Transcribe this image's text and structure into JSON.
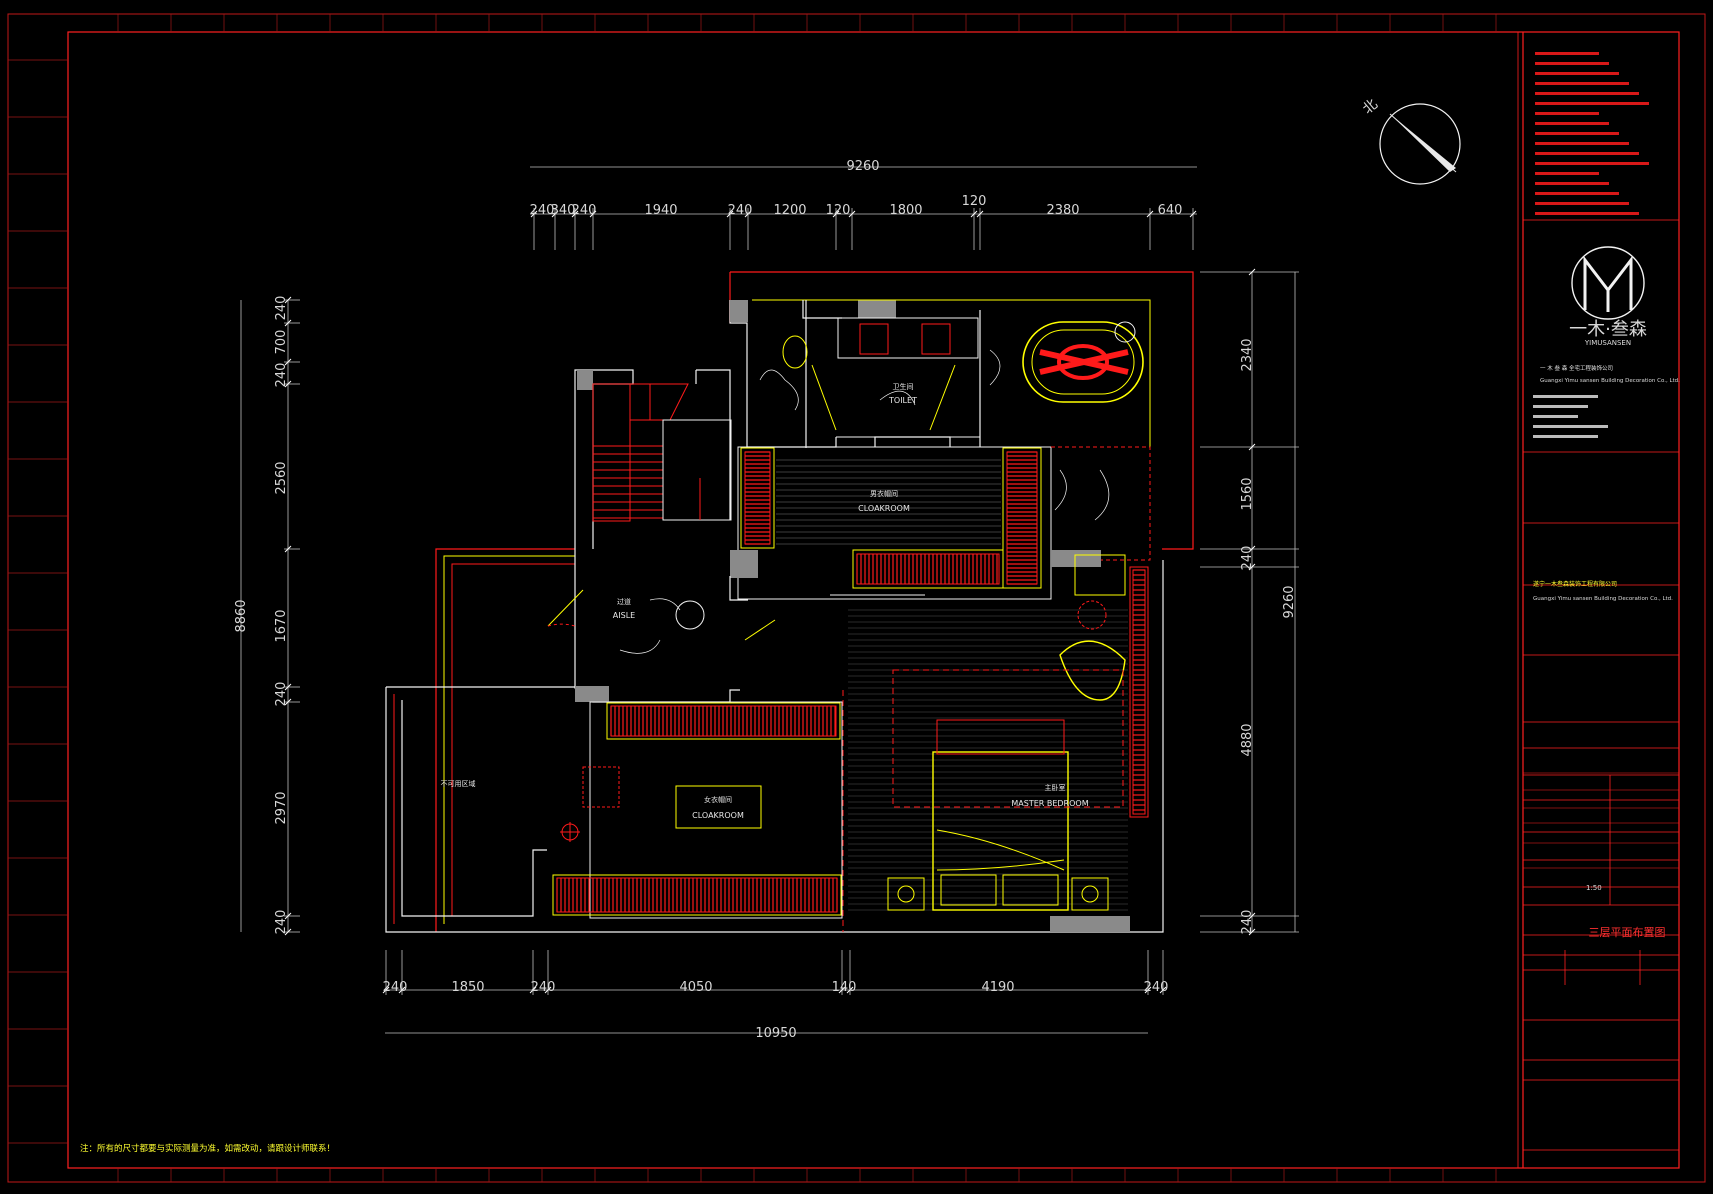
{
  "dims_top_total": "9260",
  "dims_top_parts": [
    "240",
    "340",
    "240",
    "1940",
    "240",
    "1200",
    "120",
    "1800",
    "120",
    "2380",
    "640"
  ],
  "dims_bottom_total": "10950",
  "dims_bottom_parts": [
    "240",
    "1850",
    "240",
    "4050",
    "140",
    "4190",
    "240"
  ],
  "dims_left_total": "8860",
  "dims_left_parts": [
    "240",
    "700",
    "240",
    "2560",
    "1670",
    "240",
    "2970",
    "240"
  ],
  "dims_right_total": "9260",
  "dims_right_parts": [
    "2340",
    "1560",
    "240",
    "4880",
    "240"
  ],
  "rooms": {
    "toilet_cn": "卫生间",
    "toilet_en": "TOILET",
    "cloak1_cn": "男衣帽间",
    "cloak1_en": "CLOAKROOM",
    "aisle_cn": "过道",
    "aisle_en": "AISLE",
    "cloak2_cn": "女衣帽间",
    "cloak2_en": "CLOAKROOM",
    "master_cn": "主卧室",
    "master_en": "MASTER BEDROOM",
    "unusable_cn": "不可用区域"
  },
  "compass_label": "北",
  "note": "注：所有的尺寸都要与实际测量为准，如需改动，请跟设计师联系！",
  "titleblock": {
    "logo_cn": "一木·叁森",
    "logo_en": "YIMUSANSEN",
    "company_cn": "一 木 叁 森  全宅工程装饰公司",
    "company_en": "Guangxi Yimu sansen Building Decoration Co., Ltd.",
    "client_cn": "遂宁一木叁森装饰工程有限公司",
    "client_en": "Guangxi Yimu sansen Building Decoration Co., Ltd.",
    "scale": "1:50",
    "drawing_title": "三层平面布置图"
  }
}
